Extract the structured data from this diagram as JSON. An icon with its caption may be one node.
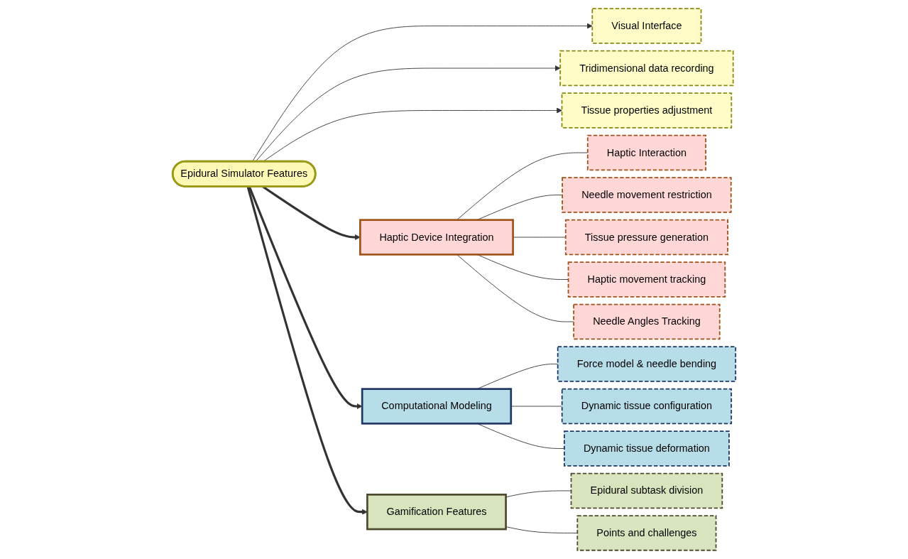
{
  "diagram": {
    "nodes": [
      {
        "text": [
          "Epidural Simulator Features"
        ]
      },
      {
        "text": [
          "Visual Interface"
        ]
      },
      {
        "text": [
          "Tridimensional data recording"
        ]
      },
      {
        "text": [
          "Tissue properties adjustment"
        ]
      },
      {
        "text": [
          "Haptic Device Integration"
        ]
      },
      {
        "text": [
          "Computational Modeling"
        ]
      },
      {
        "text": [
          "Gamification Features"
        ]
      },
      {
        "text": [
          "Haptic Interaction"
        ]
      },
      {
        "text": [
          "Needle movement restriction"
        ]
      },
      {
        "text": [
          "Tissue pressure generation"
        ]
      },
      {
        "text": [
          "Haptic movement tracking"
        ]
      },
      {
        "text": [
          "Needle Angles Tracking"
        ]
      },
      {
        "text": [
          "Force model & needle bending"
        ]
      },
      {
        "text": [
          "Dynamic tissue configuration"
        ]
      },
      {
        "text": [
          "Dynamic tissue deformation"
        ]
      },
      {
        "text": [
          "Epidural subtask division"
        ]
      },
      {
        "text": [
          "Points and challenges"
        ]
      }
    ],
    "edges": [
      {
        "from": 0,
        "to": 1,
        "arrow": "to"
      },
      {
        "from": 0,
        "to": 2,
        "arrow": "to"
      },
      {
        "from": 0,
        "to": 3,
        "arrow": "to"
      },
      {
        "from": 0,
        "to": 4,
        "arrow": "to",
        "style": "thick"
      },
      {
        "from": 0,
        "to": 5,
        "arrow": "to",
        "style": "thick"
      },
      {
        "from": 0,
        "to": 6,
        "arrow": "to",
        "style": "thick"
      },
      {
        "from": 4,
        "to": 7,
        "arrow": "none"
      },
      {
        "from": 4,
        "to": 8,
        "arrow": "none"
      },
      {
        "from": 4,
        "to": 9,
        "arrow": "none"
      },
      {
        "from": 4,
        "to": 10,
        "arrow": "none"
      },
      {
        "from": 4,
        "to": 11,
        "arrow": "none"
      },
      {
        "from": 5,
        "to": 12,
        "arrow": "none"
      },
      {
        "from": 5,
        "to": 13,
        "arrow": "none"
      },
      {
        "from": 5,
        "to": 14,
        "arrow": "none"
      },
      {
        "from": 6,
        "to": 15,
        "arrow": "none"
      },
      {
        "from": 6,
        "to": 16,
        "arrow": "none"
      }
    ]
  }
}
